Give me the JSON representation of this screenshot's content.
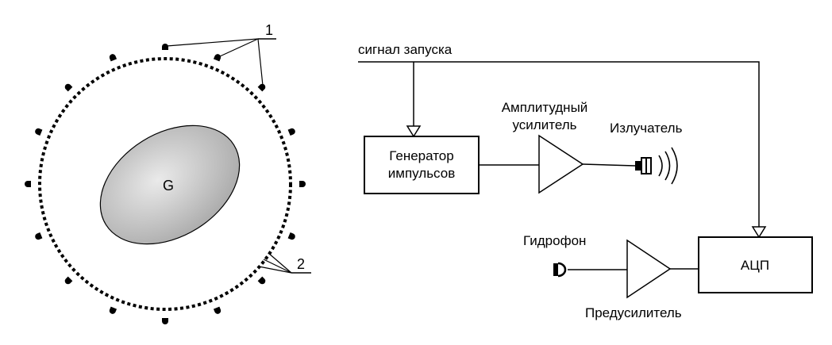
{
  "left_panel": {
    "object_label": "G",
    "callout_1": "1",
    "callout_2": "2",
    "sensor_count": 16
  },
  "block_diagram": {
    "trigger_signal": "сигнал запуска",
    "pulse_generator_line1": "Генератор",
    "pulse_generator_line2": "импульсов",
    "amplitude_amplifier_line1": "Амплитудный",
    "amplitude_amplifier_line2": "усилитель",
    "emitter": "Излучатель",
    "hydrophone": "Гидрофон",
    "adc": "АЦП",
    "preamplifier": "Предусилитель"
  },
  "colors": {
    "stroke": "#000000",
    "object_fill_light": "#e6e6e6",
    "object_fill_dark": "#a8a8a8"
  }
}
